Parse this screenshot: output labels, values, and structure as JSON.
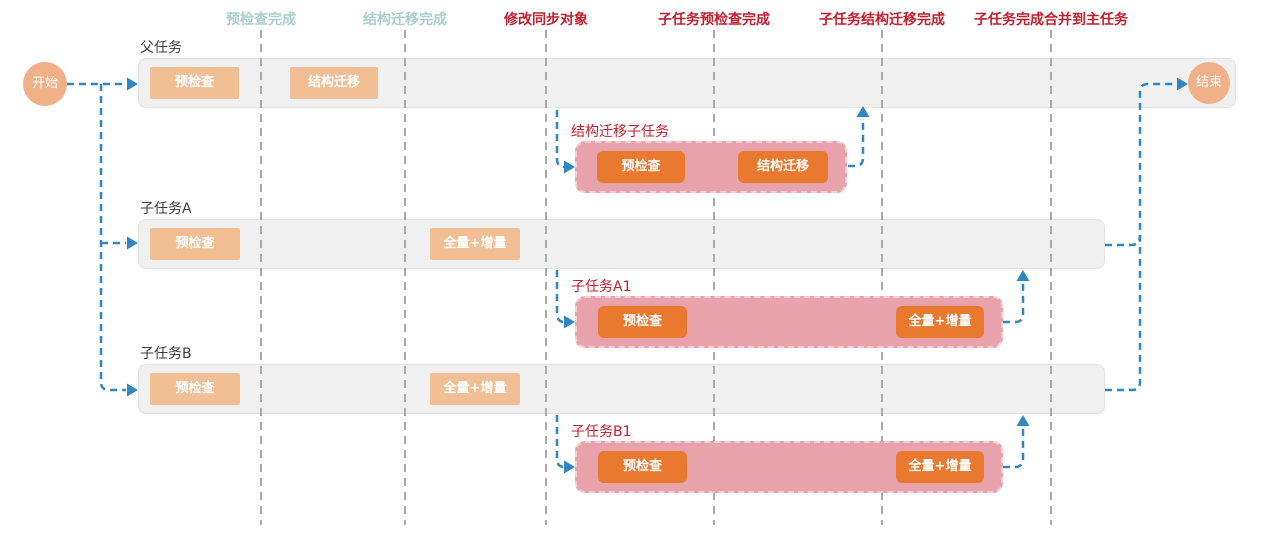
{
  "milestones": [
    {
      "label": "预检查完成",
      "type": "phase"
    },
    {
      "label": "结构迁移完成",
      "type": "phase"
    },
    {
      "label": "修改同步对象",
      "type": "event"
    },
    {
      "label": "子任务预检查完成",
      "type": "event"
    },
    {
      "label": "子任务结构迁移完成",
      "type": "event"
    },
    {
      "label": "子任务完成合并到主任务",
      "type": "event"
    }
  ],
  "nodes": {
    "start_label": "开始",
    "end_label": "结束"
  },
  "lanes": [
    {
      "label": "父任务",
      "badges": [
        "预检查",
        "结构迁移"
      ]
    },
    {
      "label": "子任务A",
      "badges": [
        "预检查",
        "全量+增量"
      ]
    },
    {
      "label": "子任务B",
      "badges": [
        "预检查",
        "全量+增量"
      ]
    }
  ],
  "subtask_blocks": [
    {
      "label": "结构迁移子任务",
      "buttons": [
        "预检查",
        "结构迁移"
      ]
    },
    {
      "label": "子任务A1",
      "buttons": [
        "预检查",
        "全量+增量"
      ]
    },
    {
      "label": "子任务B1",
      "buttons": [
        "预检查",
        "全量+增量"
      ]
    }
  ],
  "colors": {
    "milestone_phase_teal": "#a9cfd1",
    "milestone_event_red": "#c2202e",
    "node_orange": "#f0b088",
    "badge_light_orange": "#f2bf94",
    "button_dark_orange": "#e9792e",
    "subtask_pink_fill": "#e8a2ac",
    "subtask_pink_border": "#f4ced5",
    "lane_gray_fill": "#f0f0f1",
    "lane_gray_border": "#e3e3e3",
    "connector_blue": "#2e87c2",
    "column_line_gray": "#a9a9a9"
  }
}
